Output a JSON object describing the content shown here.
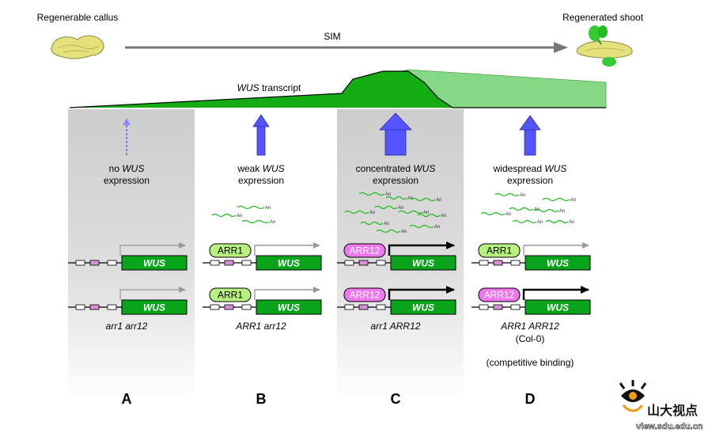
{
  "top": {
    "left_label": "Regenerable callus",
    "right_label": "Regenerated shoot",
    "arrow_label": "SIM",
    "transcript_label_italic": "WUS",
    "transcript_label_rest": " transcript"
  },
  "panels": [
    {
      "letter": "A",
      "expr_prefix": "no ",
      "expr_gene": "WUS",
      "expr_line2": "expression",
      "genotype": "arr1 arr12",
      "genotype_sub": "",
      "note": "",
      "regulators": [
        "",
        ""
      ],
      "gene": "WUS",
      "mrna_tail": "An"
    },
    {
      "letter": "B",
      "expr_prefix": "weak ",
      "expr_gene": "WUS",
      "expr_line2": "expression",
      "genotype": "ARR1 arr12",
      "genotype_sub": "",
      "note": "",
      "regulators": [
        "ARR1",
        "ARR1"
      ],
      "gene": "WUS",
      "mrna_tail": "An"
    },
    {
      "letter": "C",
      "expr_prefix": "concentrated ",
      "expr_gene": "WUS",
      "expr_line2": "expression",
      "genotype": "arr1 ARR12",
      "genotype_sub": "",
      "note": "",
      "regulators": [
        "ARR12",
        "ARR12"
      ],
      "gene": "WUS",
      "mrna_tail": "An"
    },
    {
      "letter": "D",
      "expr_prefix": "widespread ",
      "expr_gene": "WUS",
      "expr_line2": "expression",
      "genotype": "ARR1 ARR12",
      "genotype_sub": "(Col-0)",
      "note": "(competitive binding)",
      "regulators": [
        "ARR1",
        "ARR12"
      ],
      "gene": "WUS",
      "mrna_tail": "An"
    }
  ],
  "watermark": {
    "chinese": "山大视点",
    "url": "view.sdu.edu.cn"
  },
  "colors": {
    "arr1": "#b8f080",
    "arr12": "#ee77ee",
    "gene_box": "#0aa41a",
    "arrow_blue": "#5555ff",
    "mrna": "#22bb22",
    "transcript_dark": "#13ad13",
    "transcript_light": "#85d985"
  }
}
